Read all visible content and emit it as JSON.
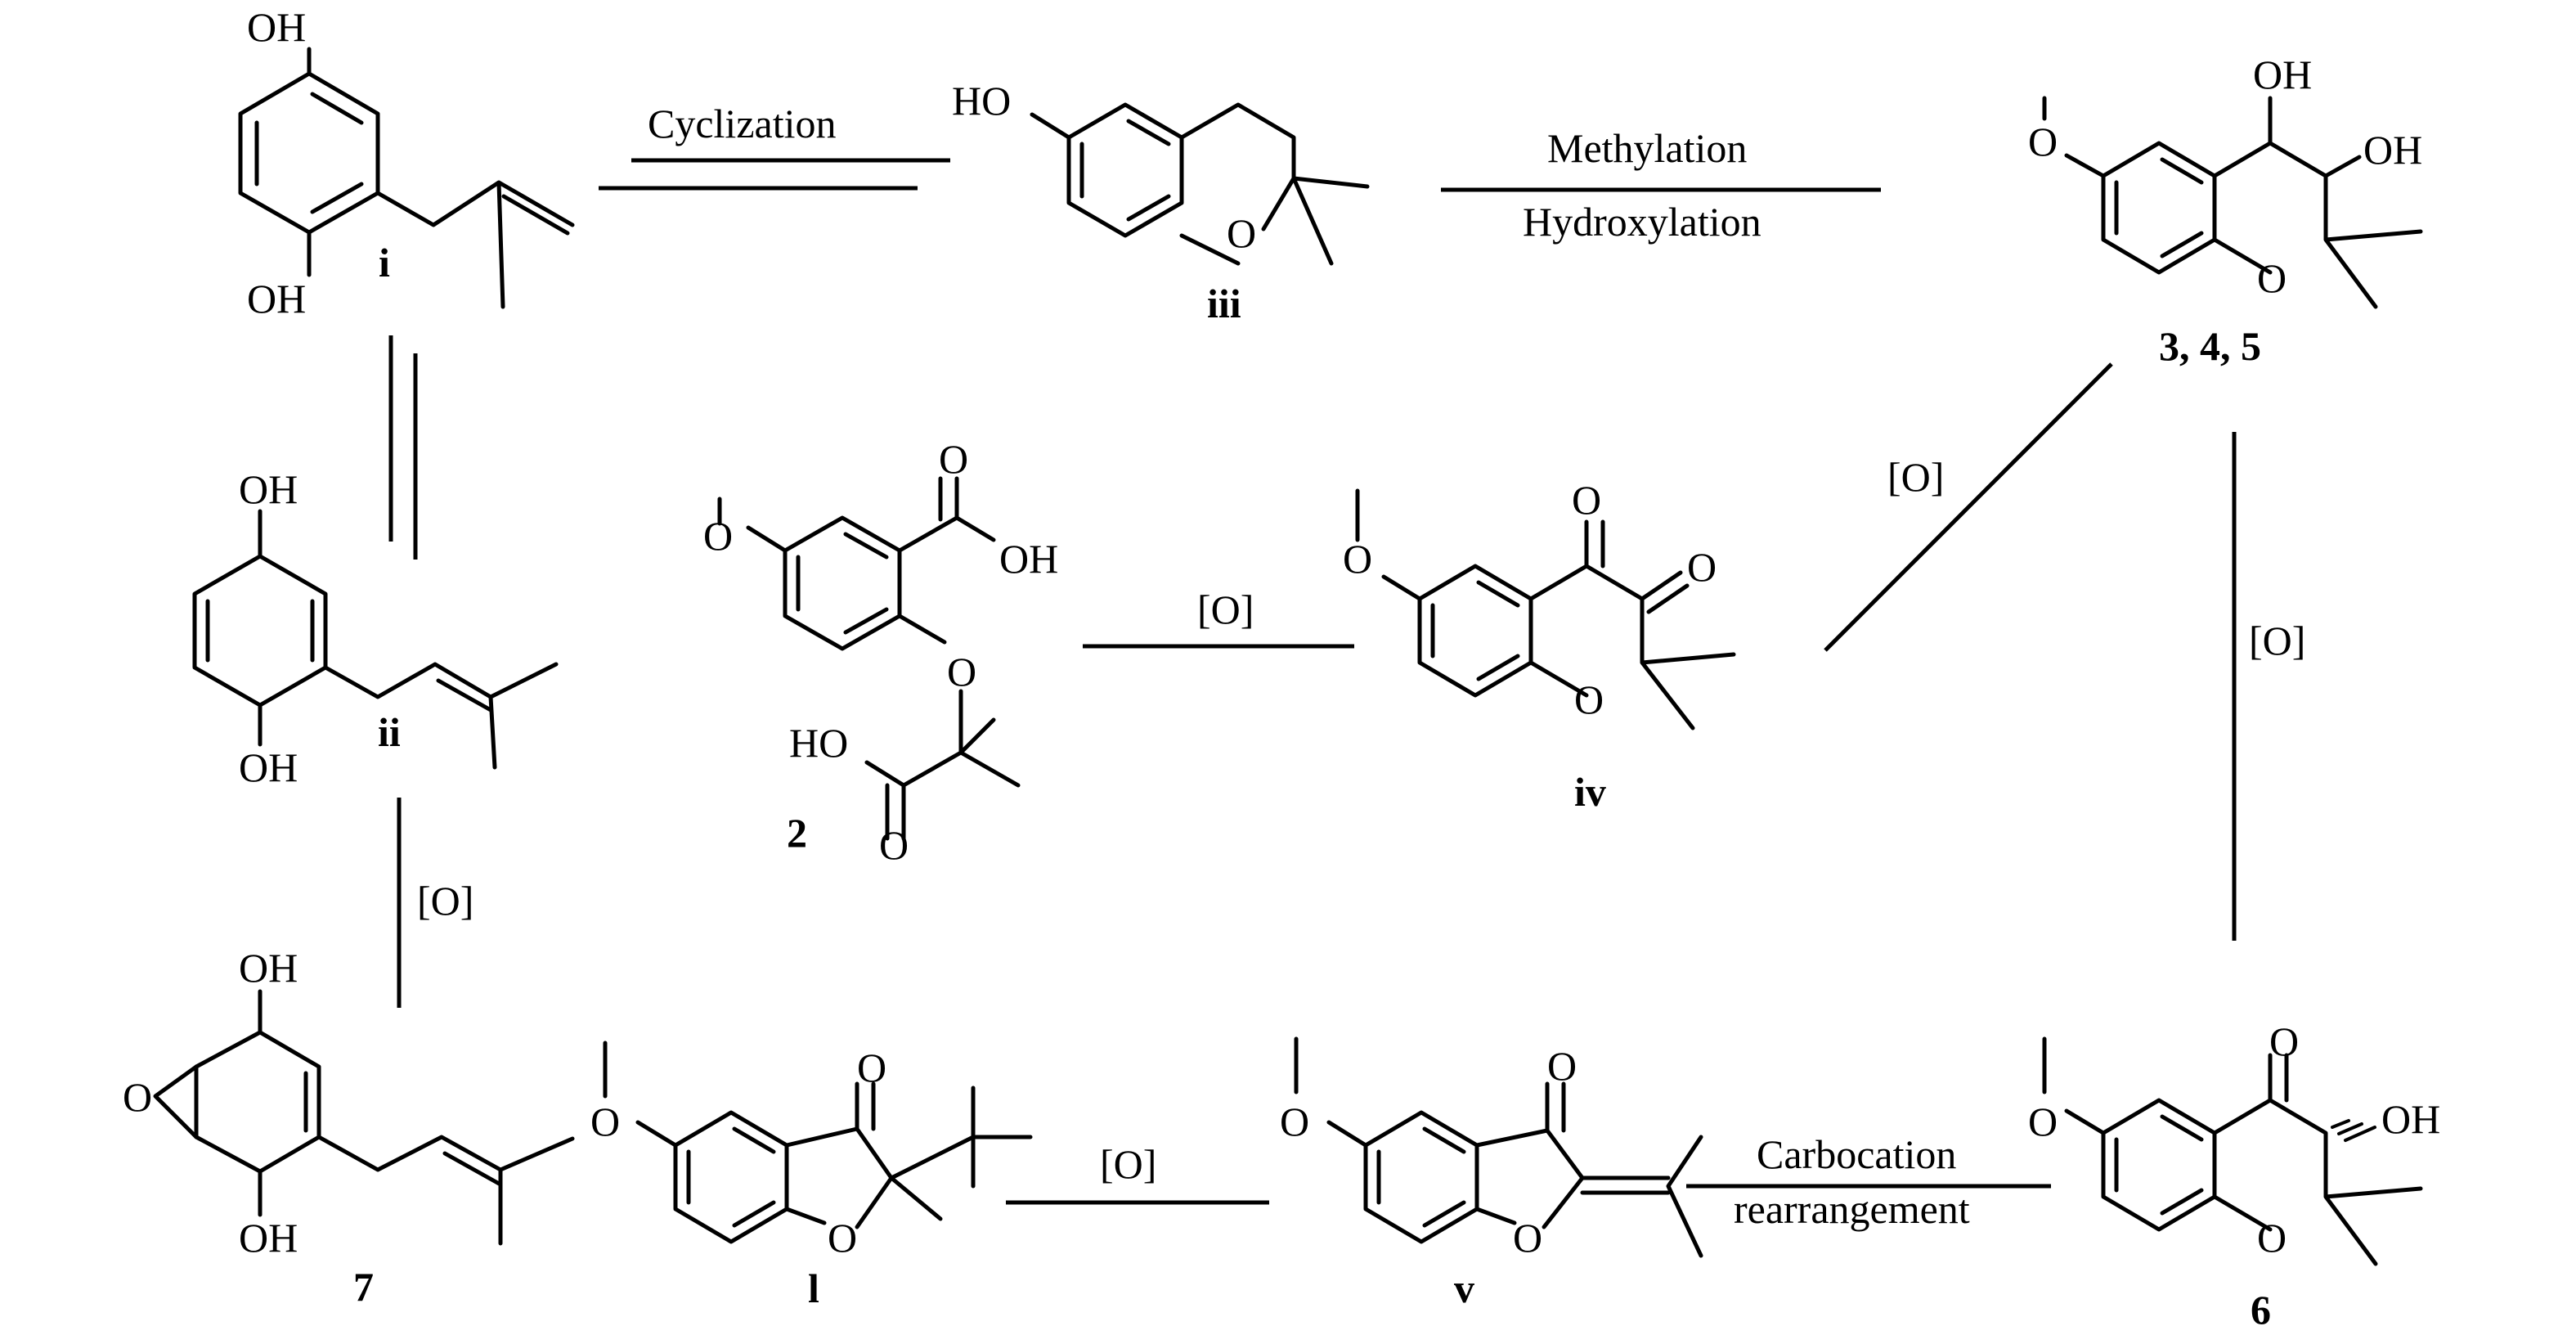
{
  "atoms": {
    "oh": "OH",
    "ho": "HO",
    "o": "O"
  },
  "compounds": {
    "i": "i",
    "ii": "ii",
    "iii": "iii",
    "c345": "3, 4, 5",
    "iv": "iv",
    "c2": "2",
    "c7": "7",
    "l": "l",
    "v": "v",
    "c6": "6"
  },
  "reactions": {
    "cyclization": "Cyclization",
    "methylation": "Methylation",
    "hydroxylation": "Hydroxylation",
    "ox": "[O]",
    "carbocation": "Carbocation",
    "rearrangement": "rearrangement"
  }
}
